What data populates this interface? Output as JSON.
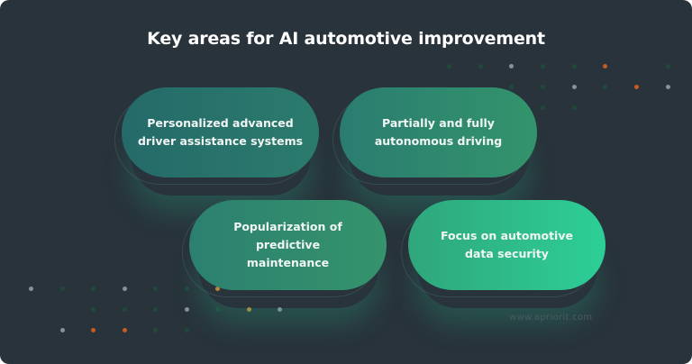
{
  "title": "Key areas for AI automotive improvement",
  "cards": [
    {
      "label": "Personalized advanced driver assistance systems",
      "line1": "Personalized advanced",
      "line2": "driver assistance systems",
      "color_start": "#266c6a",
      "color_end": "#2a7a6c"
    },
    {
      "label": "Partially and fully autonomous driving",
      "line1": "Partially and fully",
      "line2": "autonomous driving",
      "color_start": "#2a7d70",
      "color_end": "#31926b"
    },
    {
      "label": "Popularization of predictive maintenance",
      "line1": "Popularization of predictive",
      "line2": "maintenance",
      "color_start": "#2e8470",
      "color_end": "#33926c"
    },
    {
      "label": "Focus on automotive data security",
      "line1": "Focus on automotive",
      "line2": "data security",
      "color_start": "#2fa77c",
      "color_end": "#2dcd96"
    }
  ],
  "watermark": "www.apriorit.com",
  "colors": {
    "background": "#28333b",
    "dot_green": "#1f4a3a",
    "dot_grey": "#8a9095",
    "dot_orange": "#c85a26"
  }
}
